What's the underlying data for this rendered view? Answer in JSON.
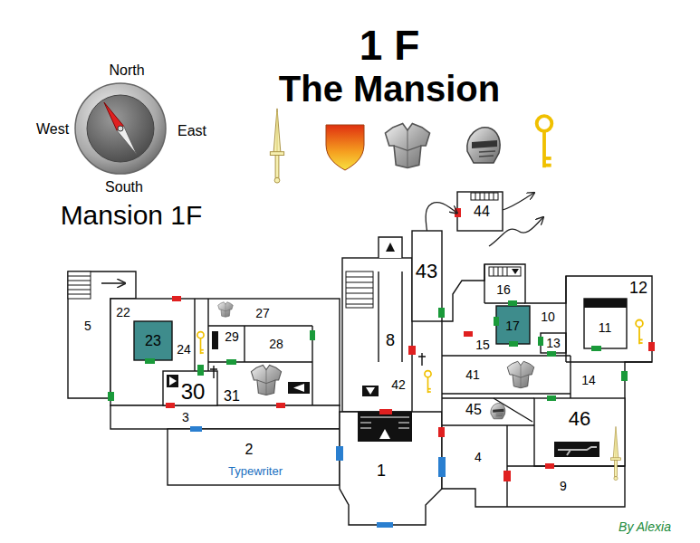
{
  "diagram": {
    "title": "1 F",
    "nodes": [
      {
        "text": [
          "44"
        ]
      },
      {
        "text": [
          "43"
        ]
      },
      {
        "text": [
          "16"
        ]
      },
      {
        "text": [
          "12"
        ]
      },
      {
        "text": [
          "5"
        ]
      },
      {
        "text": [
          "22"
        ]
      },
      {
        "text": [
          "27"
        ]
      },
      {
        "text": [
          "17"
        ]
      },
      {
        "text": [
          "10"
        ]
      },
      {
        "text": [
          "23"
        ]
      },
      {
        "text": [
          "29"
        ]
      },
      {
        "text": [
          "28"
        ]
      },
      {
        "text": [
          "11"
        ]
      },
      {
        "text": [
          "8"
        ]
      },
      {
        "text": [
          "15"
        ]
      },
      {
        "text": [
          "13"
        ]
      },
      {
        "text": [
          "24"
        ]
      },
      {
        "text": [
          "41"
        ]
      },
      {
        "text": [
          "14"
        ]
      },
      {
        "text": [
          "30"
        ]
      },
      {
        "text": [
          "31"
        ]
      },
      {
        "text": [
          "42"
        ]
      },
      {
        "text": [
          "45"
        ]
      },
      {
        "text": [
          "46"
        ]
      },
      {
        "text": [
          "3"
        ]
      },
      {
        "text": [
          "2"
        ]
      },
      {
        "text": [
          "1"
        ]
      },
      {
        "text": [
          "4"
        ]
      },
      {
        "text": [
          "9"
        ]
      }
    ],
    "edges": [
      {
        "from": 1,
        "to": 0,
        "arrow": "to"
      }
    ],
    "labels": [
      "The Mansion",
      "North",
      "West",
      "East",
      "South",
      "Mansion 1F",
      "Typewriter",
      "By Alexia"
    ]
  }
}
